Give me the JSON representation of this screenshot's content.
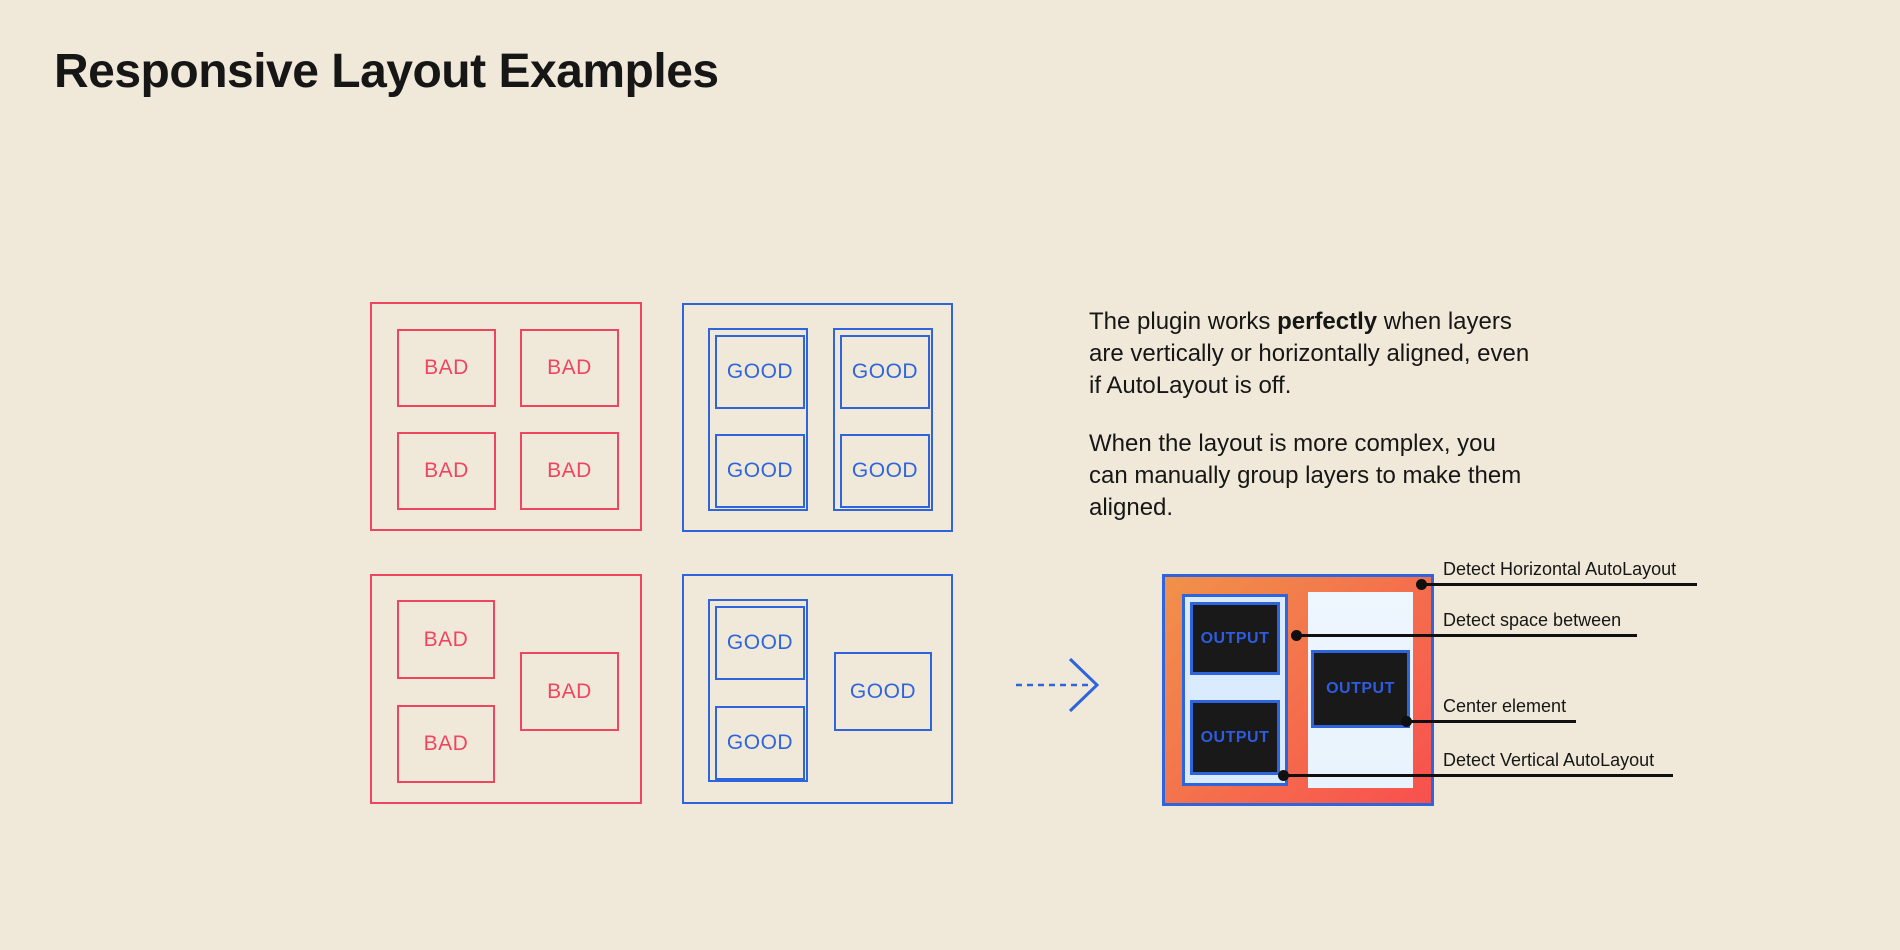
{
  "title": "Responsive Layout Examples",
  "description": {
    "p1_prefix": "The plugin works ",
    "p1_bold": "perfectly",
    "p1_suffix": " when layers are vertically or horizontally aligned, even if AutoLayout is off.",
    "p2": "When the layout is more complex, you can manually group layers to make them aligned."
  },
  "examples": {
    "bad_grid": {
      "boxes": [
        "BAD",
        "BAD",
        "BAD",
        "BAD"
      ]
    },
    "good_grid": {
      "columns": [
        {
          "boxes": [
            "GOOD",
            "GOOD"
          ]
        },
        {
          "boxes": [
            "GOOD",
            "GOOD"
          ]
        }
      ]
    },
    "bad_loose": {
      "boxes": [
        "BAD",
        "BAD",
        "BAD"
      ]
    },
    "good_loose": {
      "column_boxes": [
        "GOOD",
        "GOOD"
      ],
      "single_box": "GOOD"
    }
  },
  "output_diagram": {
    "column_boxes": [
      "OUTPUT",
      "OUTPUT"
    ],
    "right_box": "OUTPUT"
  },
  "annotations": {
    "items": [
      {
        "label": "Detect Horizontal AutoLayout"
      },
      {
        "label": "Detect space between"
      },
      {
        "label": "Center element"
      },
      {
        "label": "Detect Vertical AutoLayout"
      }
    ]
  },
  "icons": {
    "arrow": "dashed-right-arrow"
  },
  "colors": {
    "background": "#f0e9d9",
    "red": "#ee4560",
    "blue": "#2f65dc",
    "text": "#161616",
    "orange_gradient_start": "#f0914a",
    "orange_gradient_end": "#f8504e",
    "light_blue_fill": "#d9ebfc",
    "panel_fill": "#e8f3fd",
    "dark_fill": "#191919",
    "output_text": "#2d5ce0",
    "callout": "#101010"
  }
}
